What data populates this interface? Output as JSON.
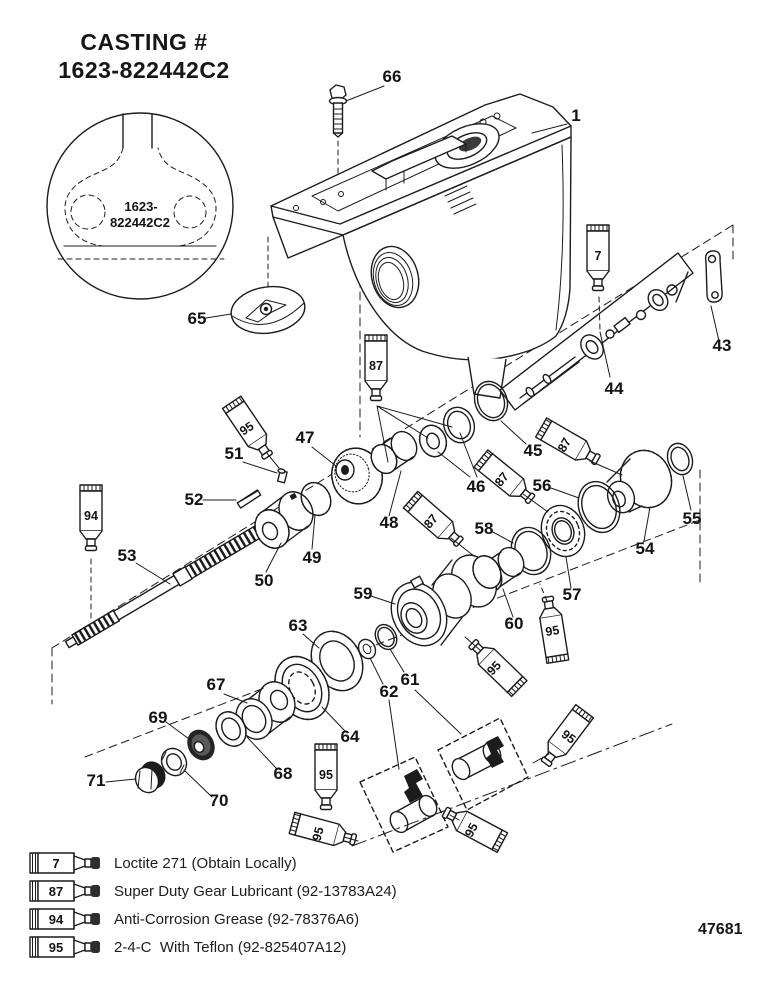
{
  "title": {
    "line1": "CASTING #",
    "line2": "1623-822442C2"
  },
  "casting_detail": {
    "line1": "1623-",
    "line2": "822442C2"
  },
  "drawing_number": "47681",
  "part_labels": {
    "p1": "1",
    "p43": "43",
    "p44": "44",
    "p45": "45",
    "p46": "46",
    "p47": "47",
    "p48": "48",
    "p49": "49",
    "p50": "50",
    "p51": "51",
    "p52": "52",
    "p53": "53",
    "p54": "54",
    "p55": "55",
    "p56": "56",
    "p57": "57",
    "p58": "58",
    "p59": "59",
    "p60": "60",
    "p61": "61",
    "p62": "62",
    "p63": "63",
    "p64": "64",
    "p65": "65",
    "p66": "66",
    "p67": "67",
    "p68": "68",
    "p69": "69",
    "p70": "70",
    "p71": "71"
  },
  "sealant_labels": {
    "s7": "7",
    "s87": "87",
    "s94": "94",
    "s95": "95"
  },
  "legend": {
    "items": [
      {
        "number": "7",
        "text": "Loctite 271 (Obtain Locally)"
      },
      {
        "number": "87",
        "text": "Super Duty Gear Lubricant (92-13783A24)"
      },
      {
        "number": "94",
        "text": "Anti-Corrosion Grease (92-78376A6)"
      },
      {
        "number": "95",
        "text": "2-4-C  With Teflon (92-825407A12)"
      }
    ]
  },
  "colors": {
    "ink": "#1c1c1c",
    "paper": "#ffffff"
  }
}
